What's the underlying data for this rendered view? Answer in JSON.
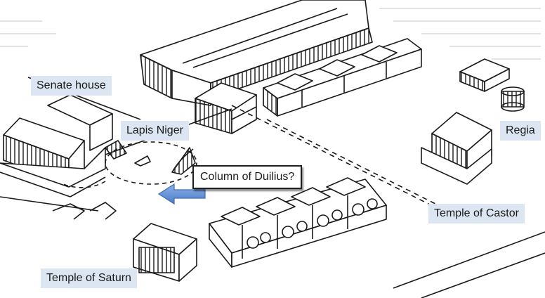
{
  "labels": {
    "senate_house": "Senate house",
    "lapis_niger": "Lapis Niger",
    "column_duilius": "Column of  Duilius?",
    "regia": "Regia",
    "temple_castor": "Temple of Castor",
    "temple_saturn": "Temple of Saturn"
  },
  "colors": {
    "label_background": "#dce6f2",
    "arrow_fill": "#5b8fd6",
    "arrow_stroke": "#3c6db5",
    "line_drawing": "#1a1a1a"
  }
}
